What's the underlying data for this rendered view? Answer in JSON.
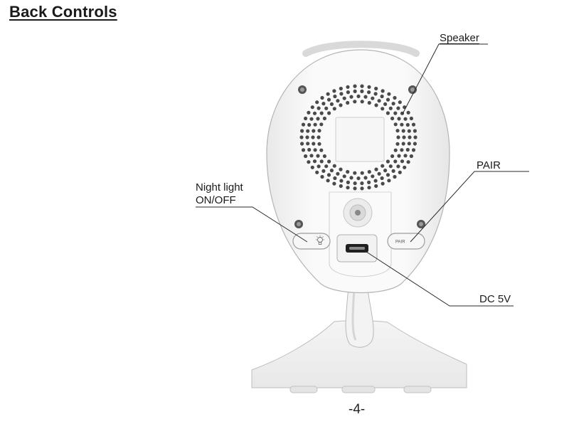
{
  "page": {
    "title": "Back Controls",
    "page_number": "-4-"
  },
  "callouts": {
    "speaker": "Speaker",
    "pair": "PAIR",
    "night_light_line1": "Night light",
    "night_light_line2": "ON/OFF",
    "dc": "DC 5V"
  },
  "device": {
    "pair_button_text": "PAIR",
    "night_light_icon": "lightbulb-icon"
  }
}
